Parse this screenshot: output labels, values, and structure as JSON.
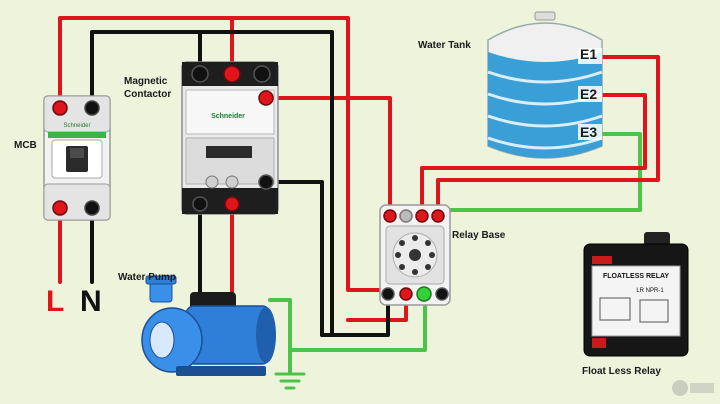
{
  "labels": {
    "mcb": "MCB",
    "contactor_line1": "Magnetic",
    "contactor_line2": "Contactor",
    "water_tank": "Water Tank",
    "relay_base": "Relay Base",
    "water_pump": "Water Pump",
    "float_less_relay": "Float Less Relay"
  },
  "terminals": {
    "line": "L",
    "neutral": "N"
  },
  "electrodes": [
    "E1",
    "E2",
    "E3"
  ],
  "device_text": {
    "mcb_brand": "Schneider",
    "contactor_brand": "Schneider",
    "relay_title": "FLOATLESS RELAY",
    "relay_model": "LR NPR-1"
  },
  "colors": {
    "line_wire": "#e0141b",
    "neutral_wire": "#111111",
    "ground_wire": "#4cc44a",
    "background": "#eef4dc",
    "tank_water": "#3a9fd6",
    "pump_body": "#2f7fd8"
  }
}
